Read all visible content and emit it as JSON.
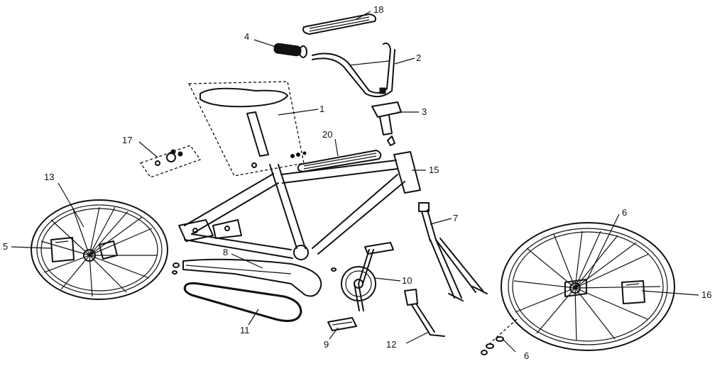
{
  "callouts": {
    "c1": "1",
    "c2": "2",
    "c3": "3",
    "c4": "4",
    "c5": "5",
    "c6a": "6",
    "c6b": "6",
    "c7": "7",
    "c8": "8",
    "c9": "9",
    "c10": "10",
    "c11": "11",
    "c12": "12",
    "c13": "13",
    "c15": "15",
    "c16": "16",
    "c17": "17",
    "c18": "18",
    "c20": "20"
  },
  "colors": {
    "line": "#111111",
    "background": "#ffffff"
  }
}
